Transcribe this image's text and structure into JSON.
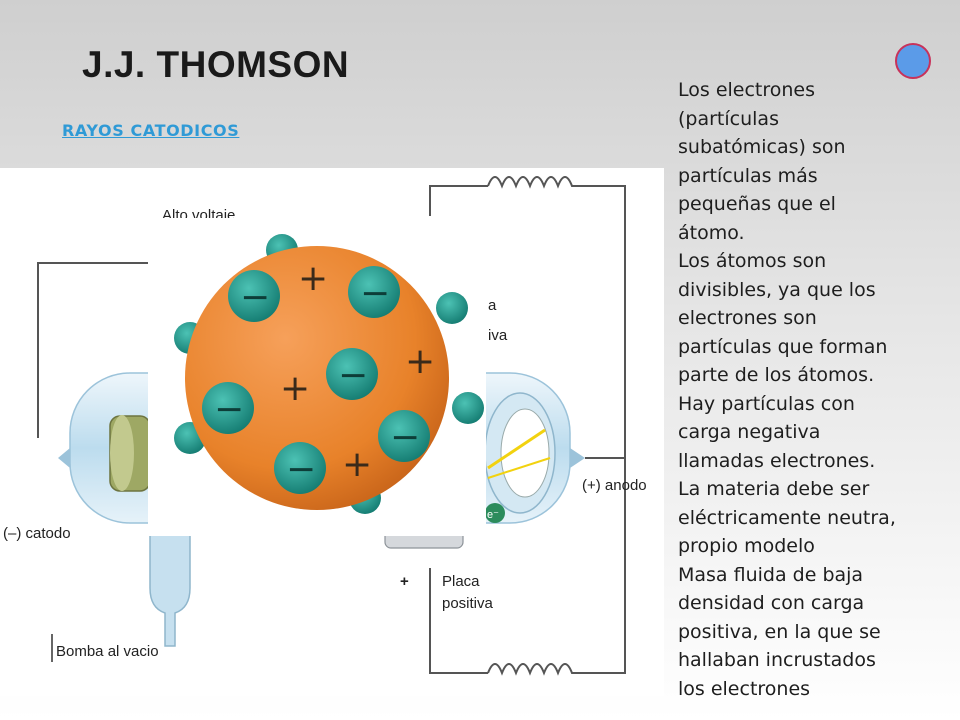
{
  "slide": {
    "title": "J.J. THOMSON",
    "link_text": "RAYOS CATODICOS",
    "accent_dot_color": "#5b9be8",
    "accent_dot_border": "#c8325a",
    "body_lines": [
      "Los electrones",
      "(partículas",
      "subatómicas) son",
      "partículas más",
      "pequeñas que el",
      "átomo.",
      "Los átomos son",
      "divisibles, ya que los",
      "electrones son",
      "partículas que forman",
      "parte de los átomos.",
      "Hay partículas con",
      "carga negativa",
      "llamadas electrones.",
      "La materia debe ser",
      "eléctricamente neutra,",
      "propio modelo",
      "Masa fluida de baja",
      "densidad con carga",
      "positiva, en la que se",
      "hallaban incrustados",
      "los electrones"
    ]
  },
  "diagram": {
    "labels": {
      "top_partial": "Alto voltaje",
      "plate_partial_a": "a",
      "plate_partial_b": "iva",
      "anode": "(+) anodo",
      "cathode": "(–) catodo",
      "plate_plus": "+",
      "positive_plate_1": "Placa",
      "positive_plate_2": "positiva",
      "vacuum_pump": "Bomba al vacio",
      "electron": "e⁻"
    },
    "model": {
      "plus_sign": "+",
      "minus_sign": "−",
      "sphere_color": "#e8822a",
      "electron_color": "#1f9b8f"
    }
  }
}
